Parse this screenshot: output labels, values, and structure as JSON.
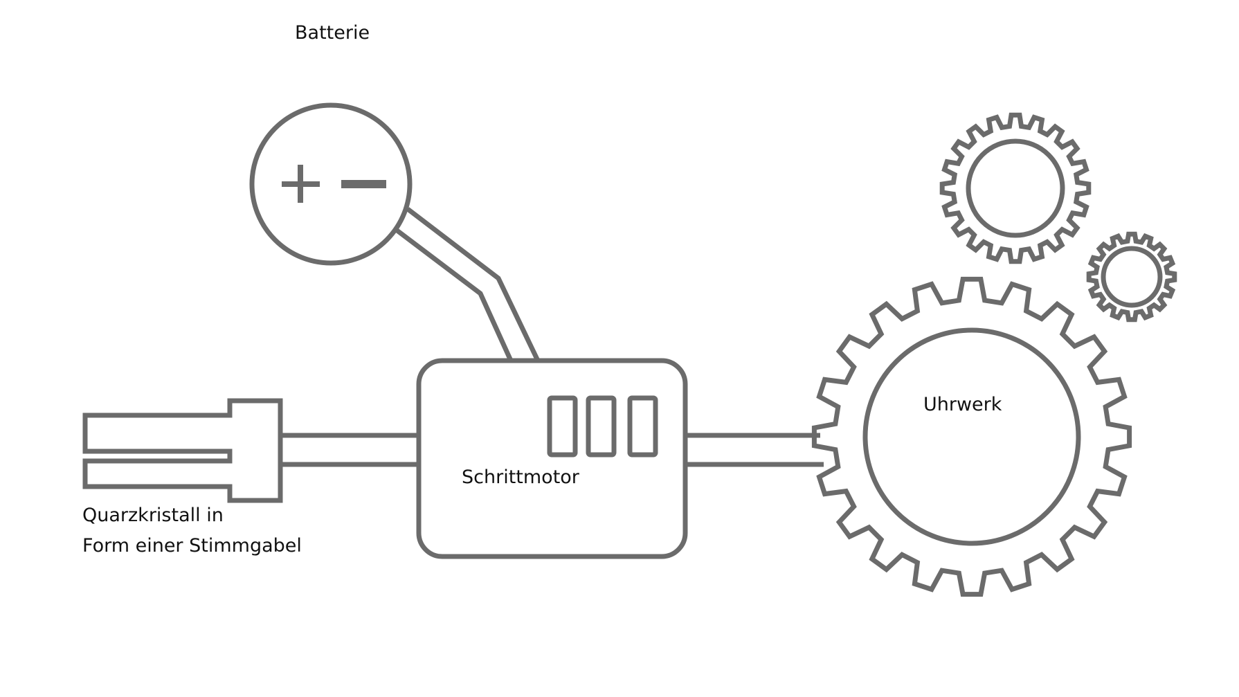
{
  "labels": {
    "battery": "Batterie",
    "crystal_line1": "Quarzkristall in",
    "crystal_line2": "Form einer Stimmgabel",
    "stepper_motor": "Schrittmotor",
    "clockwork": "Uhrwerk"
  },
  "battery_symbols": {
    "plus": "+",
    "minus": "−"
  },
  "colors": {
    "stroke": "#6b6b6b",
    "text": "#111111",
    "background": "#ffffff"
  },
  "gears": [
    {
      "name": "main-gear",
      "teeth": 20
    },
    {
      "name": "upper-gear",
      "teeth": 20
    },
    {
      "name": "small-gear",
      "teeth": 16
    }
  ]
}
